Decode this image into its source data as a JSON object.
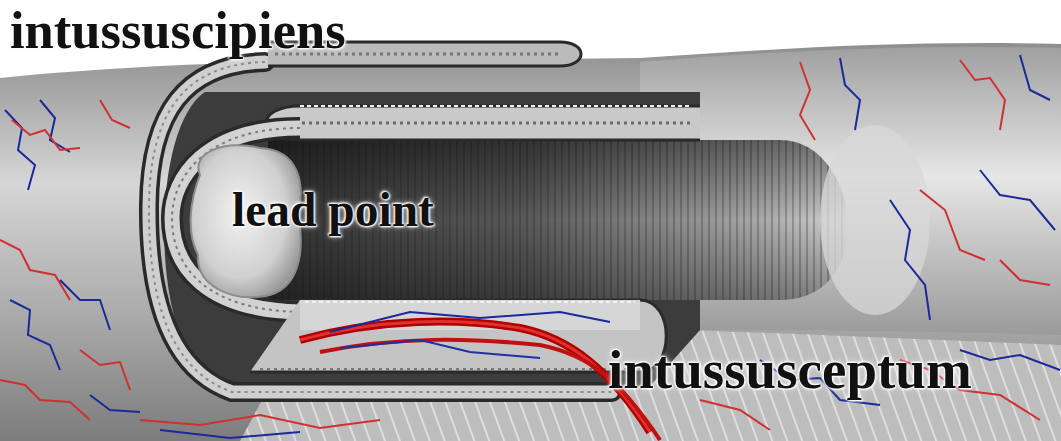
{
  "diagram": {
    "labels": [
      "intussuscipiens",
      "lead point",
      "intussusceptum"
    ]
  }
}
